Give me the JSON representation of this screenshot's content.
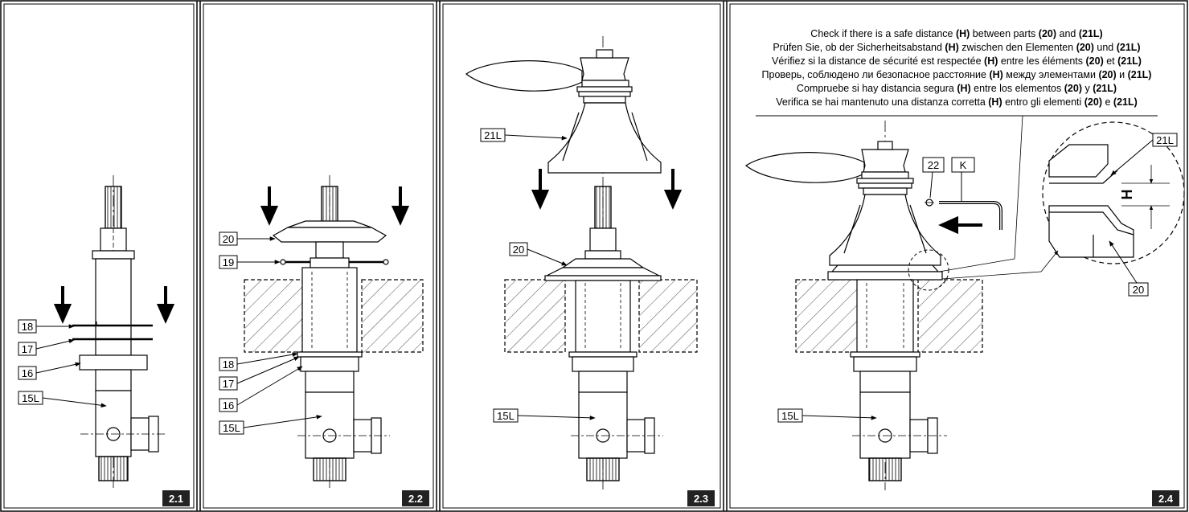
{
  "panels": [
    {
      "id": "2.1",
      "labels": [
        "18",
        "17",
        "16",
        "15L"
      ]
    },
    {
      "id": "2.2",
      "labels": [
        "20",
        "19",
        "18",
        "17",
        "16",
        "15L"
      ]
    },
    {
      "id": "2.3",
      "labels": [
        "21L",
        "20",
        "15L"
      ]
    },
    {
      "id": "2.4",
      "labels": [
        "22",
        "K",
        "21L",
        "H",
        "20",
        "15L"
      ]
    }
  ],
  "instructions": [
    [
      {
        "t": "Check if there is a safe distance "
      },
      {
        "t": "(H)",
        "b": true
      },
      {
        "t": " between parts "
      },
      {
        "t": "(20)",
        "b": true
      },
      {
        "t": " and "
      },
      {
        "t": "(21L)",
        "b": true
      }
    ],
    [
      {
        "t": "Prüfen Sie, ob der Sicherheitsabstand "
      },
      {
        "t": "(H)",
        "b": true
      },
      {
        "t": " zwischen den Elementen "
      },
      {
        "t": "(20)",
        "b": true
      },
      {
        "t": " und "
      },
      {
        "t": "(21L)",
        "b": true
      }
    ],
    [
      {
        "t": "Vérifiez si la distance de sécurité est respectée "
      },
      {
        "t": "(H)",
        "b": true
      },
      {
        "t": " entre les éléments "
      },
      {
        "t": "(20)",
        "b": true
      },
      {
        "t": " et "
      },
      {
        "t": "(21L)",
        "b": true
      }
    ],
    [
      {
        "t": "Проверь, соблюдено ли безопасное расстояние "
      },
      {
        "t": "(H)",
        "b": true
      },
      {
        "t": " между элементами "
      },
      {
        "t": "(20)",
        "b": true
      },
      {
        "t": " и "
      },
      {
        "t": "(21L)",
        "b": true
      }
    ],
    [
      {
        "t": "Compruebe si hay distancia segura "
      },
      {
        "t": "(H)",
        "b": true
      },
      {
        "t": " entre los elementos "
      },
      {
        "t": "(20)",
        "b": true
      },
      {
        "t": " y "
      },
      {
        "t": "(21L)",
        "b": true
      }
    ],
    [
      {
        "t": "Verifica se hai mantenuto una distanza corretta "
      },
      {
        "t": "(H)",
        "b": true
      },
      {
        "t": " entro gli elementi "
      },
      {
        "t": "(20)",
        "b": true
      },
      {
        "t": " e "
      },
      {
        "t": "(21L)",
        "b": true
      }
    ]
  ]
}
